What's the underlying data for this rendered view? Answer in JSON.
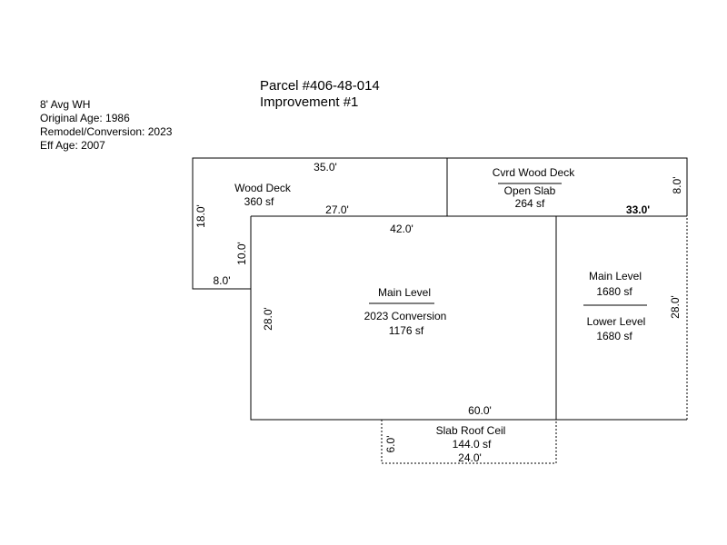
{
  "header": {
    "parcel": "Parcel #406-48-014",
    "improvement": "Improvement #1"
  },
  "info": {
    "wall_height": "8' Avg WH",
    "original_age": "Original Age: 1986",
    "remodel": "Remodel/Conversion: 2023",
    "eff_age": "Eff Age: 2007"
  },
  "areas": {
    "wood_deck": {
      "name": "Wood Deck",
      "area": "360 sf"
    },
    "cvrd_wood_deck": {
      "name": "Cvrd Wood Deck",
      "sub": "Open Slab",
      "area": "264 sf"
    },
    "main_level_conv": {
      "name": "Main Level",
      "sub": "2023 Conversion",
      "area": "1176 sf"
    },
    "main_lower": {
      "name": "Main Level",
      "area": "1680 sf",
      "sub": "Lower Level",
      "sub_area": "1680 sf"
    },
    "slab_roof": {
      "name": "Slab Roof Ceil",
      "area": "144.0 sf"
    }
  },
  "dimensions": {
    "d_35": "35.0'",
    "d_8_right": "8.0'",
    "d_18": "18.0'",
    "d_27": "27.0'",
    "d_33": "33.0'",
    "d_42": "42.0'",
    "d_10": "10.0'",
    "d_8_left": "8.0'",
    "d_28_left": "28.0'",
    "d_28_right": "28.0'",
    "d_60": "60.0'",
    "d_6": "6.0'",
    "d_24": "24.0'"
  }
}
